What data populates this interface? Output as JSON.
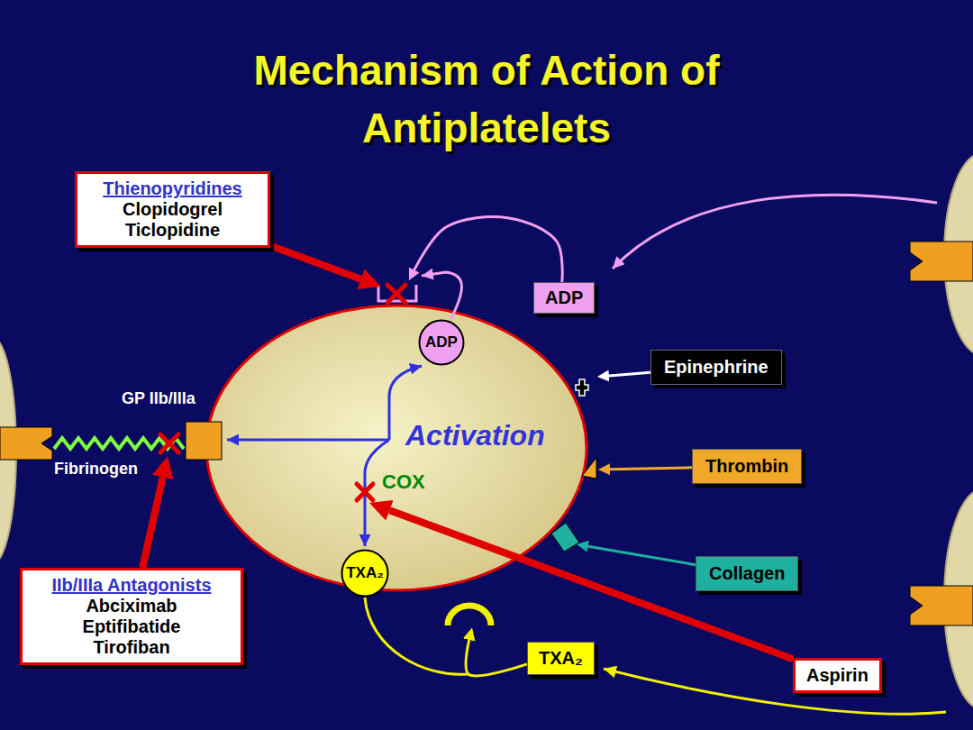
{
  "diagram": {
    "title": "Mechanism of Action of Antiplatelets",
    "nodes": [
      {
        "text": [
          "Thienopyridines",
          "Clopidogrel",
          "Ticlopidine"
        ]
      },
      {
        "text": [
          "ADP"
        ]
      },
      {
        "text": [
          "Activation"
        ]
      },
      {
        "text": [
          "ADP"
        ],
        "in": 2
      },
      {
        "text": [
          "Epinephrine"
        ]
      },
      {
        "text": [
          "Thrombin"
        ]
      },
      {
        "text": [
          "Collagen"
        ]
      },
      {
        "text": [
          "TXA₂"
        ],
        "in": 2
      },
      {
        "text": [
          "TXA₂"
        ]
      },
      {
        "text": [
          "Aspirin"
        ]
      },
      {
        "text": [
          "IIb/IIIa Antagonists",
          "Abciximab",
          "Eptifibatide",
          "Tirofiban"
        ]
      }
    ],
    "edges": [
      {
        "from": 0,
        "to": 2,
        "arrow": "to"
      },
      {
        "from": 1,
        "to": 2,
        "arrow": "to"
      },
      {
        "from": 4,
        "to": 2,
        "arrow": "to"
      },
      {
        "from": 5,
        "to": 2,
        "arrow": "to"
      },
      {
        "from": 6,
        "to": 2,
        "arrow": "to"
      },
      {
        "from": 8,
        "to": 2,
        "arrow": "to"
      },
      {
        "from": 9,
        "to": 2,
        "arrow": "to"
      },
      {
        "from": 10,
        "to": 2,
        "arrow": "to"
      }
    ],
    "labels": [
      "GP IIb/IIIa",
      "Fibrinogen",
      "COX"
    ]
  }
}
